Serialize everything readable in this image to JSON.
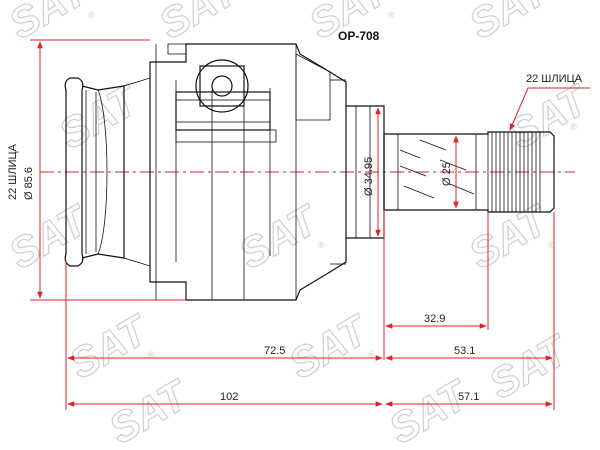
{
  "part_number": "OP-708",
  "watermark": "SAT",
  "watermark_mark": "®",
  "labels": {
    "spline_right": "22 ШЛИЦА",
    "spline_left": "22 ШЛИЦА",
    "dia_outer": "Ø 85.6",
    "dia_shaft": "Ø 34.95",
    "dia_spline": "Ø 25"
  },
  "dimensions": {
    "d_32_9": "32.9",
    "d_72_5": "72.5",
    "d_53_1": "53.1",
    "d_102": "102",
    "d_57_1": "57.1"
  },
  "colors": {
    "dimension": "#e0202a",
    "outline": "#111111",
    "watermark": "#cfcfcf"
  }
}
